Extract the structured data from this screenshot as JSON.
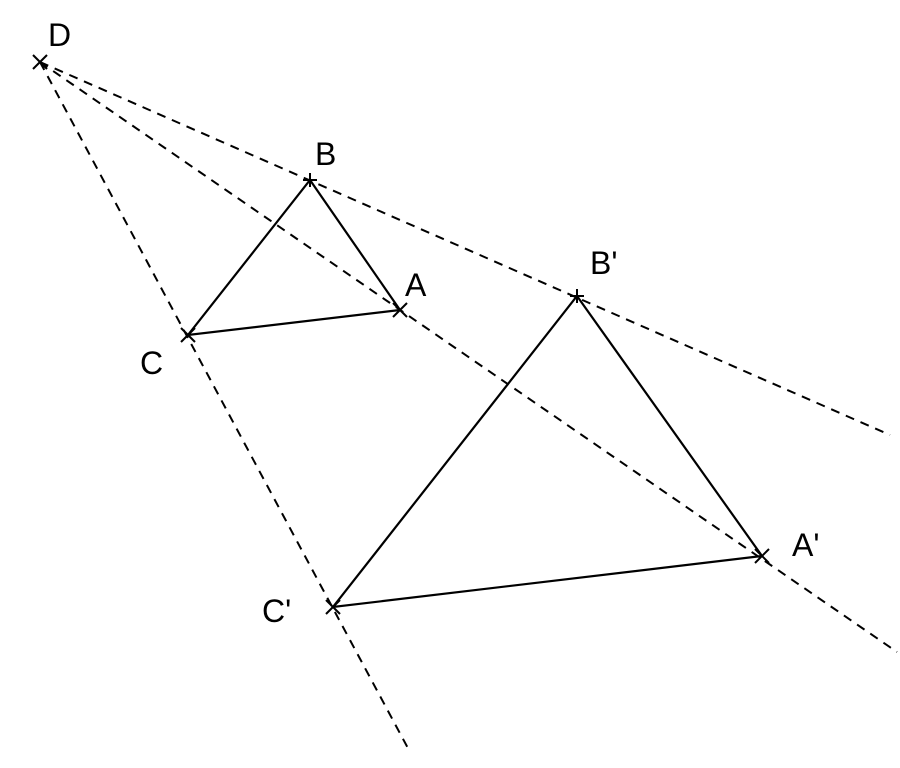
{
  "diagram": {
    "title": "Homothety (enlargement) of triangle ABC from center D",
    "points": {
      "D": "D",
      "A": "A",
      "B": "B",
      "C": "C",
      "A_prime": "A'",
      "B_prime": "B'",
      "C_prime": "C'"
    },
    "stroke_color": "#000000",
    "background": "#ffffff"
  }
}
